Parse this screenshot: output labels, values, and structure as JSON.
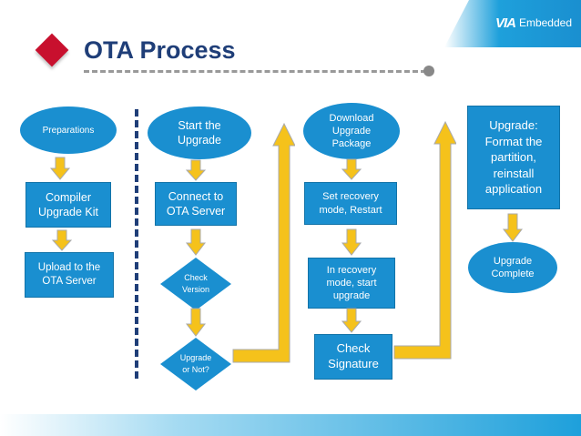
{
  "slide": {
    "title": "OTA Process",
    "logo_mark": "VIA",
    "logo_text": "Embedded"
  },
  "nodes": {
    "preparations": "Preparations",
    "compiler": "Compiler\nUpgrade Kit",
    "upload": "Upload to the\nOTA Server",
    "start": "Start the\nUpgrade",
    "connect": "Connect to\nOTA Server",
    "check_version": "Check\nVersion",
    "upgrade_or_not": "Upgrade\nor Not?",
    "download": "Download\nUpgrade\nPackage",
    "set_recovery": "Set recovery\nmode, Restart",
    "in_recovery": "In recovery\nmode, start\nupgrade",
    "check_signature": "Check\nSignature",
    "format": "Upgrade:\nFormat the\npartition,\nreinstall\napplication",
    "complete": "Upgrade\nComplete"
  },
  "colors": {
    "node_fill": "#1a8fd0",
    "arrow_fill": "#f5c21b",
    "arrow_stroke": "#a9a9a9",
    "title_color": "#1f3e78",
    "diamond_accent": "#c8102e"
  }
}
